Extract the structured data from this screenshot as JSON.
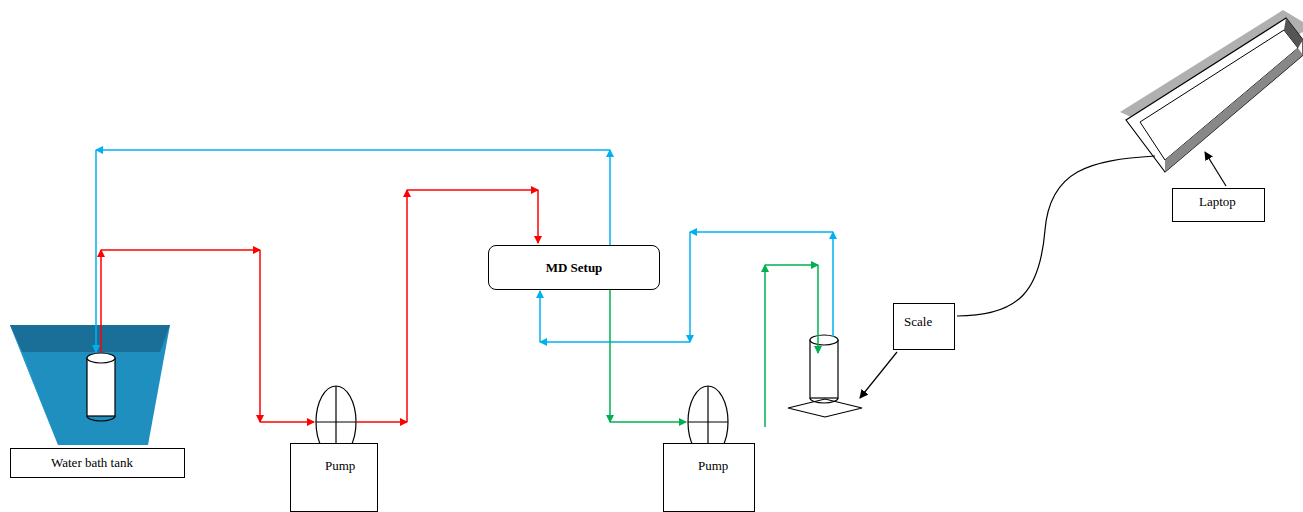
{
  "diagram": {
    "nodes": [
      {
        "text": [
          "Water bath tank"
        ]
      },
      {
        "text": [
          "Pump"
        ]
      },
      {
        "text": [
          "MD Setup"
        ]
      },
      {
        "text": [
          "Pump"
        ]
      },
      {
        "text": [
          "Scale"
        ]
      },
      {
        "text": [
          "Laptop"
        ]
      }
    ]
  }
}
